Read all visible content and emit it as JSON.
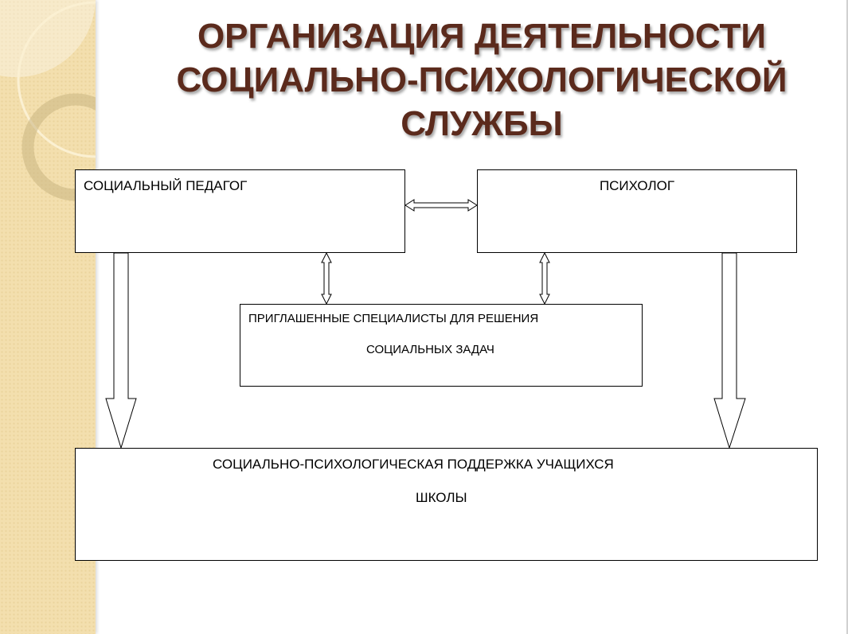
{
  "title": {
    "line1": "ОРГАНИЗАЦИЯ ДЕЯТЕЛЬНОСТИ",
    "line2": "СОЦИАЛЬНО-ПСИХОЛОГИЧЕСКОЙ",
    "line3": "СЛУЖБЫ"
  },
  "boxes": {
    "social_pedagogue": "СОЦИАЛЬНЫЙ ПЕДАГОГ",
    "psychologist": "ПСИХОЛОГ",
    "specialists_line1": "ПРИГЛАШЕННЫЕ СПЕЦИАЛИСТЫ ДЛЯ РЕШЕНИЯ",
    "specialists_line2": "СОЦИАЛЬНЫХ ЗАДАЧ",
    "support_line1": "СОЦИАЛЬНО-ПСИХОЛОГИЧЕСКАЯ ПОДДЕРЖКА УЧАЩИХСЯ",
    "support_line2": "ШКОЛЫ"
  },
  "colors": {
    "title": "#5b2a1c",
    "side_panel": "#f3dfae"
  }
}
